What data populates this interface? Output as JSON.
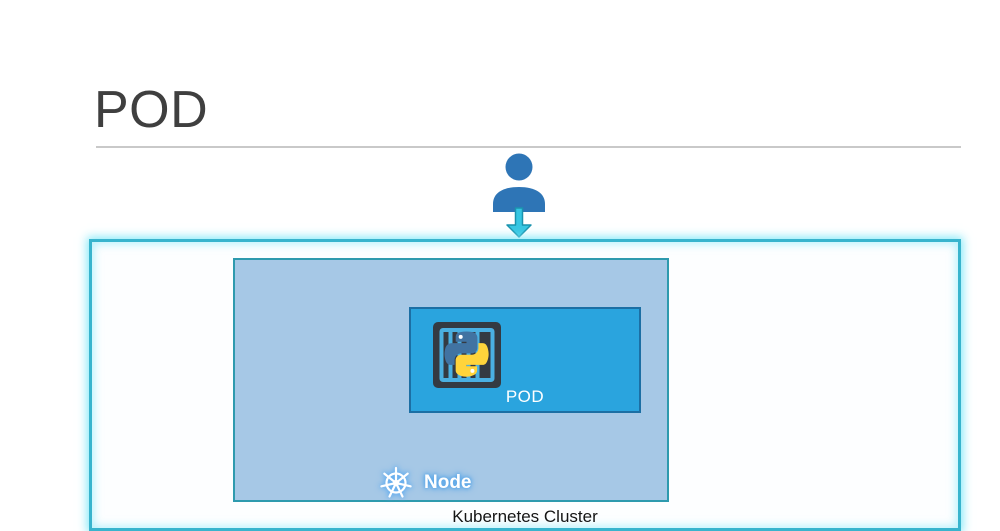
{
  "slide": {
    "title": "POD"
  },
  "diagram": {
    "cluster": {
      "label": "Kubernetes Cluster",
      "border_color": "#38b4cd",
      "glow_color": "#7ee8f8"
    },
    "node": {
      "label": "Node",
      "fill": "#a6c8e6",
      "border_color": "#2e9aae",
      "label_glow_color": "#58a6e8",
      "icon": "kubernetes-helm-icon"
    },
    "pod": {
      "label": "POD",
      "fill": "#2aa4de",
      "border_color": "#1c6fa4",
      "icon": "python-container-icon"
    },
    "user": {
      "icon": "person-icon",
      "color": "#2e75b6"
    },
    "flow_arrow": {
      "icon": "down-arrow-icon",
      "fill": "#36c6e2",
      "stroke": "#1a93ae"
    },
    "python_logo": {
      "blue": "#4173a2",
      "yellow": "#ffd43b"
    },
    "container_frame": {
      "background": "#343a42",
      "bars": "#4ab0e2"
    }
  }
}
